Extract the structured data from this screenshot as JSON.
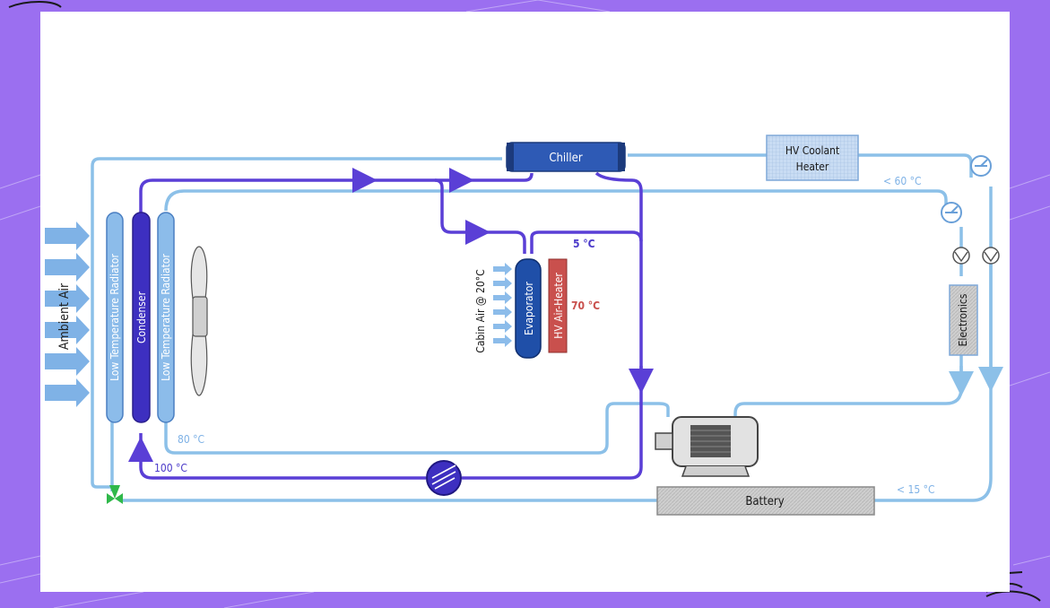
{
  "diagram": {
    "ambient_air": "Ambient Air",
    "low_temp_radiator_left": "Low Temperature Radiator",
    "condenser": "Condenser",
    "low_temp_radiator_right": "Low Temperature Radiator",
    "chiller": "Chiller",
    "hv_coolant_heater_line1": "HV Coolant",
    "hv_coolant_heater_line2": "Heater",
    "evaporator": "Evaporator",
    "hv_air_heater": "HV Air-Heater",
    "cabin_air": "Cabin Air @ 20°C",
    "electronics": "Electronics",
    "battery": "Battery",
    "temp_5": "5 °C",
    "temp_70": "70 °C",
    "temp_80": "80 °C",
    "temp_100": "100 °C",
    "temp_lt60": "< 60 °C",
    "temp_lt15": "< 15 °C"
  },
  "colors": {
    "background": "#9b6ff0",
    "refrigerant_line": "#5a3fd6",
    "coolant_line": "#8cc0e8",
    "evaporator": "#1f4fa8",
    "heater_red": "#c9504d",
    "battery_fill": "#c8c8c8"
  }
}
